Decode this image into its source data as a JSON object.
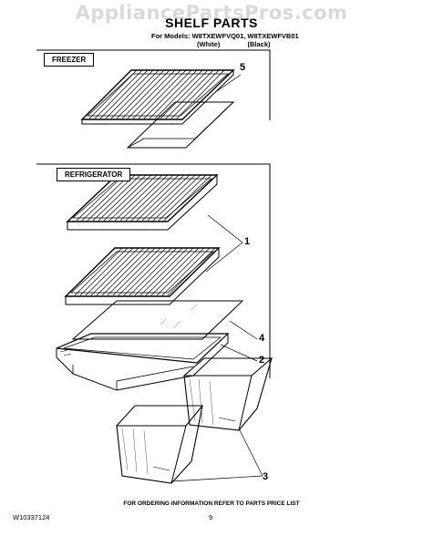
{
  "header": {
    "watermark": "AppliancePartsPros.com",
    "title": "SHELF PARTS",
    "models_line": "For Models: W8TXEWFVQ01, W8TXEWFVB01",
    "variants": [
      "(White)",
      "(Black)"
    ]
  },
  "sections": {
    "freezer": {
      "label": "FREEZER"
    },
    "refrigerator": {
      "label": "REFRIGERATOR"
    }
  },
  "callouts": [
    "5",
    "1",
    "4",
    "2",
    "3"
  ],
  "footer": {
    "ordering_note": "FOR ORDERING INFORMATION REFER TO PARTS PRICE LIST",
    "doc_number": "W10337124",
    "page_number": "9"
  }
}
